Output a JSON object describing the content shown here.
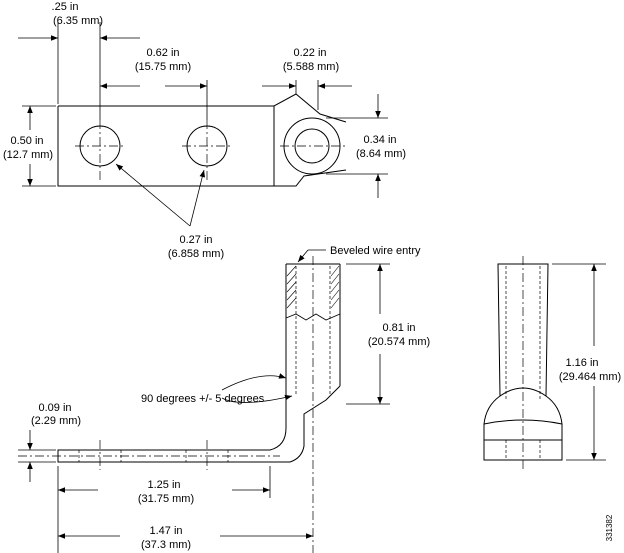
{
  "top_view": {
    "dims": {
      "hole_offset": {
        "in": ".25 in",
        "mm": "(6.35 mm)"
      },
      "hole_spacing": {
        "in": "0.62 in",
        "mm": "(15.75 mm)"
      },
      "tongue_offset": {
        "in": "0.22 in",
        "mm": "(5.588 mm)"
      },
      "width": {
        "in": "0.50 in",
        "mm": "(12.7 mm)"
      },
      "barrel_dia": {
        "in": "0.34 in",
        "mm": "(8.64 mm)"
      },
      "hole_dia": {
        "in": "0.27 in",
        "mm": "(6.858 mm)"
      }
    }
  },
  "side_view": {
    "labels": {
      "beveled_entry": "Beveled wire entry",
      "bend_angle": "90 degrees +/- 5 degrees"
    },
    "dims": {
      "thickness": {
        "in": "0.09 in",
        "mm": "(2.29 mm)"
      },
      "barrel_height": {
        "in": "0.81 in",
        "mm": "(20.574 mm)"
      },
      "bend_to_end": {
        "in": "1.25 in",
        "mm": "(31.75 mm)"
      },
      "overall_length": {
        "in": "1.47 in",
        "mm": "(37.3 mm)"
      }
    }
  },
  "end_view": {
    "dims": {
      "overall_height": {
        "in": "1.16 in",
        "mm": "(29.464 mm)"
      }
    }
  },
  "figure_id": "331382"
}
